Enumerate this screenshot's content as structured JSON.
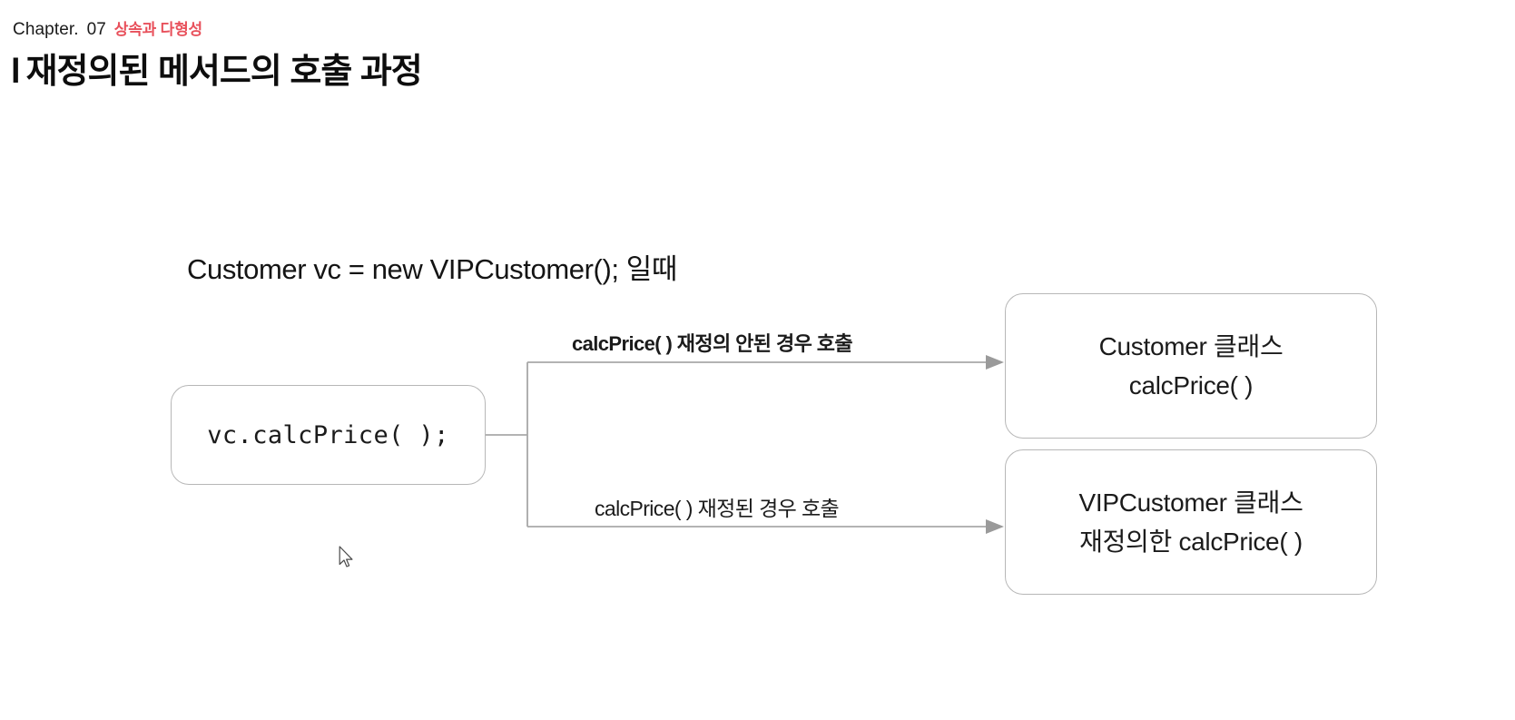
{
  "header": {
    "chapter_word": "Chapter.",
    "chapter_number": "07",
    "chapter_topic": "상속과 다형성",
    "topic_color": "#e8505b",
    "title_bar": "l",
    "title": "재정의된 메서드의 호출 과정"
  },
  "content": {
    "statement": "Customer vc = new VIPCustomer(); 일때"
  },
  "diagram": {
    "call_node": {
      "text": "vc.calcPrice( );"
    },
    "edges": [
      {
        "label": "calcPrice( ) 재정의 안된 경우 호출"
      },
      {
        "label": "calcPrice( ) 재정된 경우 호출"
      }
    ],
    "class_nodes": [
      {
        "title": "Customer 클래스",
        "method": "calcPrice( )"
      },
      {
        "title": "VIPCustomer 클래스",
        "method": "재정의한 calcPrice( )"
      }
    ],
    "line_color": "#a8a8a8",
    "arrow_color": "#9a9a9a"
  },
  "cursor": {
    "icon": "mouse-pointer-icon"
  }
}
